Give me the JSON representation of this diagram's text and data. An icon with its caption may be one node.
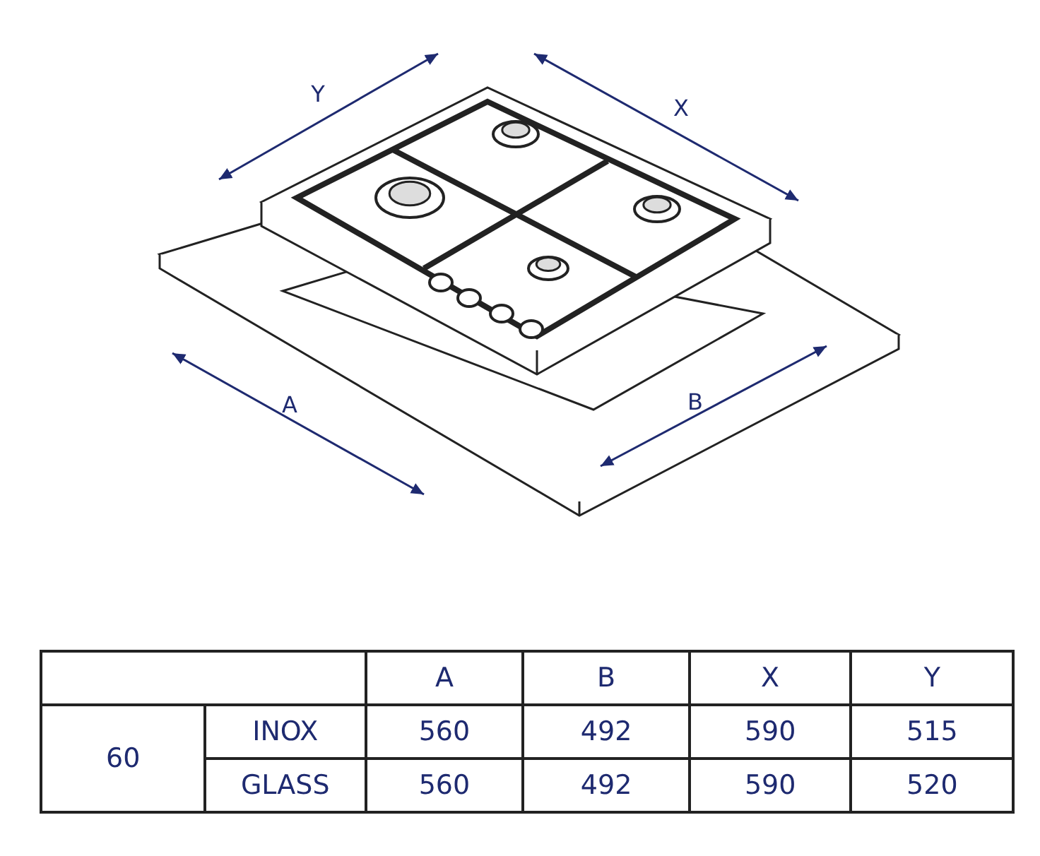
{
  "diagram": {
    "labels": [
      "Y",
      "X",
      "A",
      "B",
      "A",
      "B",
      "X",
      "Y",
      "60",
      "INOX",
      "560",
      "492",
      "590",
      "515",
      "GLASS",
      "560",
      "492",
      "590",
      "520"
    ]
  }
}
